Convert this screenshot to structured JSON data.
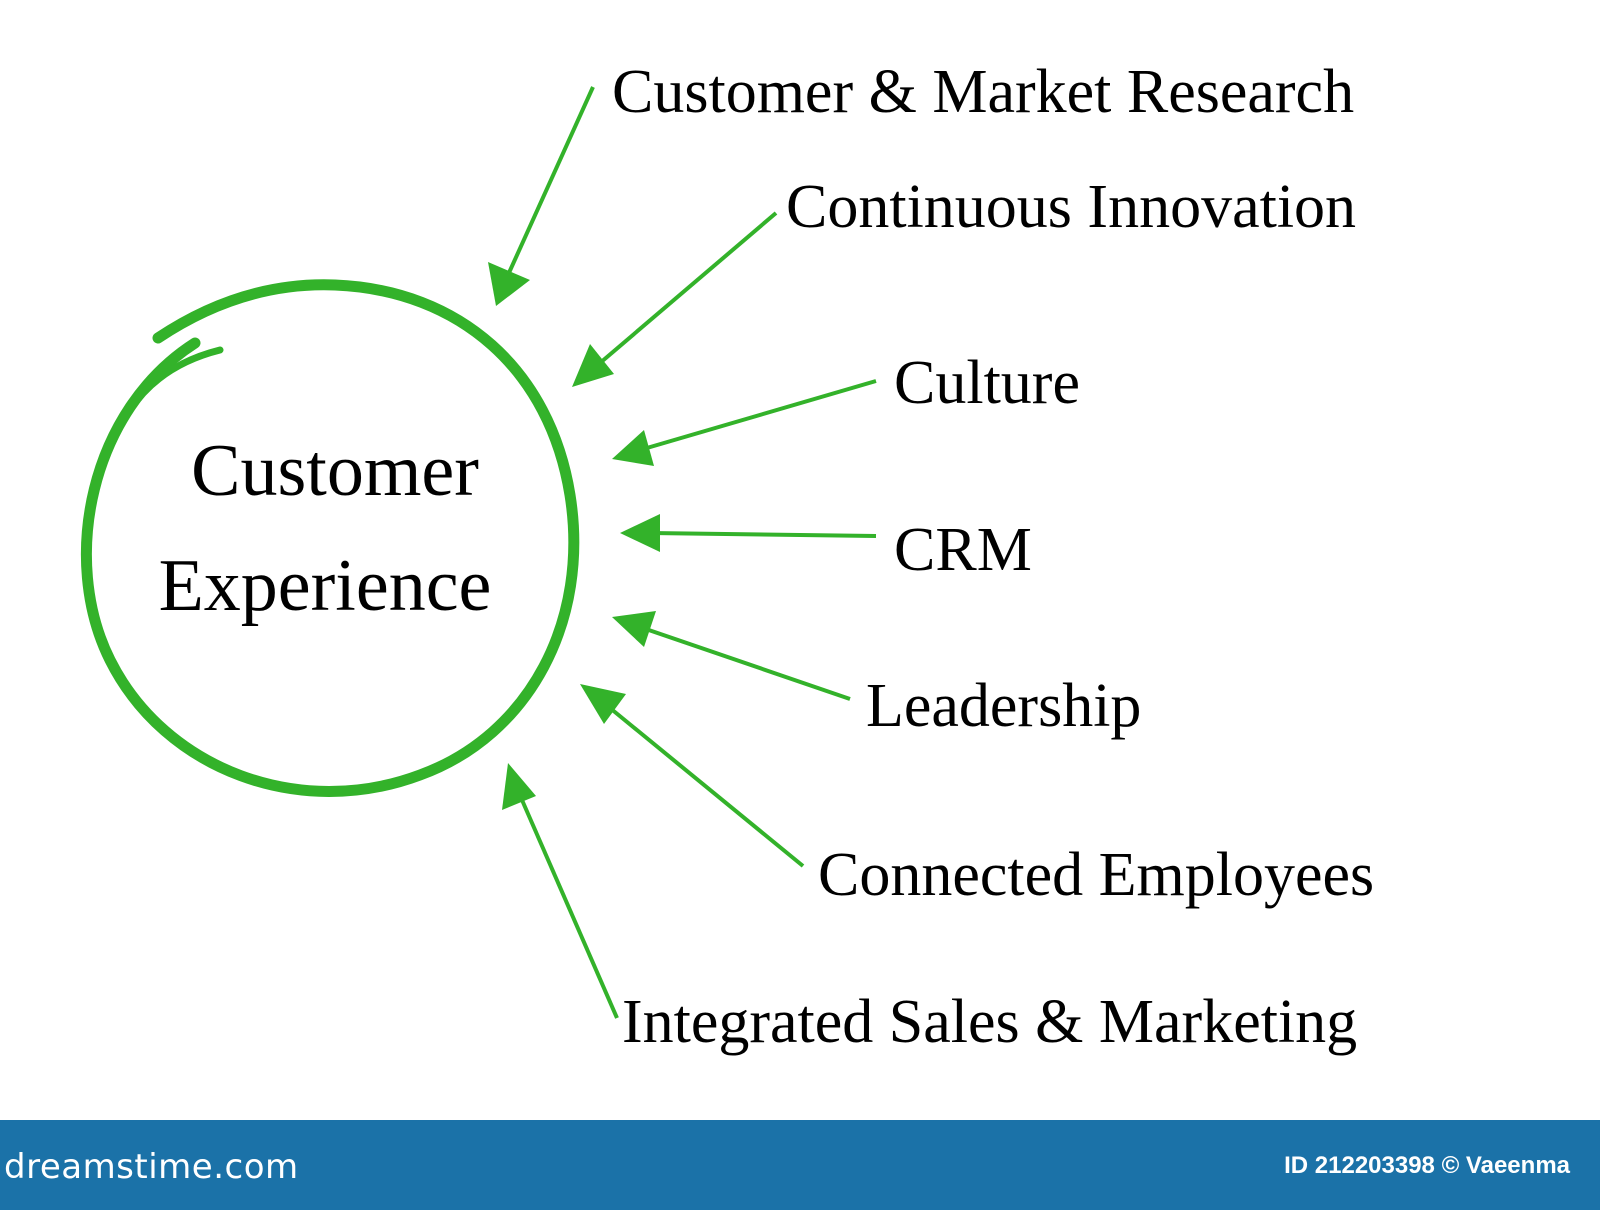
{
  "colors": {
    "accent": "#33b22a",
    "text": "#000000",
    "footer": "#1b72a8",
    "footer_text": "#ffffff"
  },
  "center": {
    "lines": [
      "Customer",
      "Experience"
    ]
  },
  "factors": [
    "Customer & Market Research",
    "Continuous Innovation",
    "Culture",
    "CRM",
    "Leadership",
    "Connected Employees",
    "Integrated Sales & Marketing"
  ],
  "footer": {
    "logo": "dreamstime.com",
    "credit": "ID 212203398 © Vaeenma"
  }
}
